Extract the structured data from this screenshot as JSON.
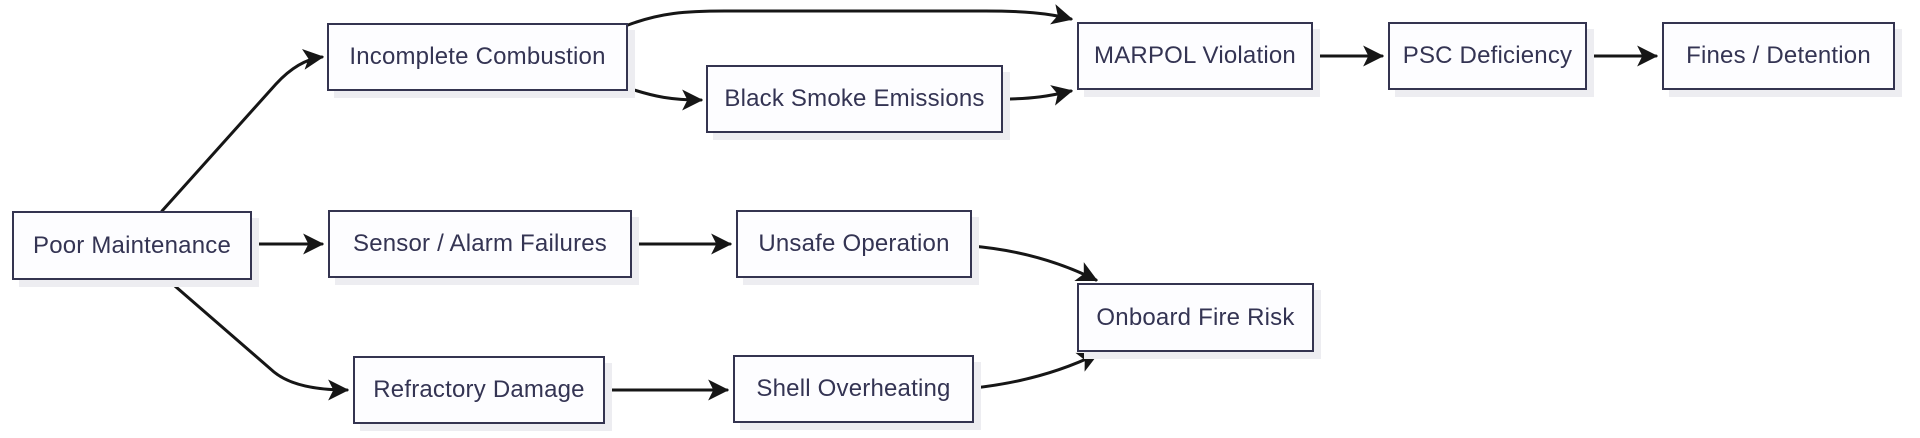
{
  "nodes": {
    "poor_maintenance": {
      "label": "Poor Maintenance"
    },
    "incomplete_combustion": {
      "label": "Incomplete Combustion"
    },
    "black_smoke": {
      "label": "Black Smoke Emissions"
    },
    "marpol_violation": {
      "label": "MARPOL Violation"
    },
    "psc_deficiency": {
      "label": "PSC Deficiency"
    },
    "fines_detention": {
      "label": "Fines / Detention"
    },
    "sensor_alarm": {
      "label": "Sensor / Alarm Failures"
    },
    "unsafe_operation": {
      "label": "Unsafe Operation"
    },
    "onboard_fire_risk": {
      "label": "Onboard Fire Risk"
    },
    "refractory_damage": {
      "label": "Refractory Damage"
    },
    "shell_overheating": {
      "label": "Shell Overheating"
    }
  },
  "edges": [
    {
      "from": "Poor Maintenance",
      "to": "Incomplete Combustion"
    },
    {
      "from": "Poor Maintenance",
      "to": "Sensor / Alarm Failures"
    },
    {
      "from": "Poor Maintenance",
      "to": "Refractory Damage"
    },
    {
      "from": "Incomplete Combustion",
      "to": "MARPOL Violation"
    },
    {
      "from": "Incomplete Combustion",
      "to": "Black Smoke Emissions"
    },
    {
      "from": "Black Smoke Emissions",
      "to": "MARPOL Violation"
    },
    {
      "from": "MARPOL Violation",
      "to": "PSC Deficiency"
    },
    {
      "from": "PSC Deficiency",
      "to": "Fines / Detention"
    },
    {
      "from": "Sensor / Alarm Failures",
      "to": "Unsafe Operation"
    },
    {
      "from": "Unsafe Operation",
      "to": "Onboard Fire Risk"
    },
    {
      "from": "Refractory Damage",
      "to": "Shell Overheating"
    },
    {
      "from": "Shell Overheating",
      "to": "Onboard Fire Risk"
    }
  ],
  "colors": {
    "background": "#ffffff",
    "node_fill": "#fdfdff",
    "node_border": "#343450",
    "node_text": "#343453",
    "node_shadow": "#ededf1",
    "edge_stroke": "#161616"
  }
}
